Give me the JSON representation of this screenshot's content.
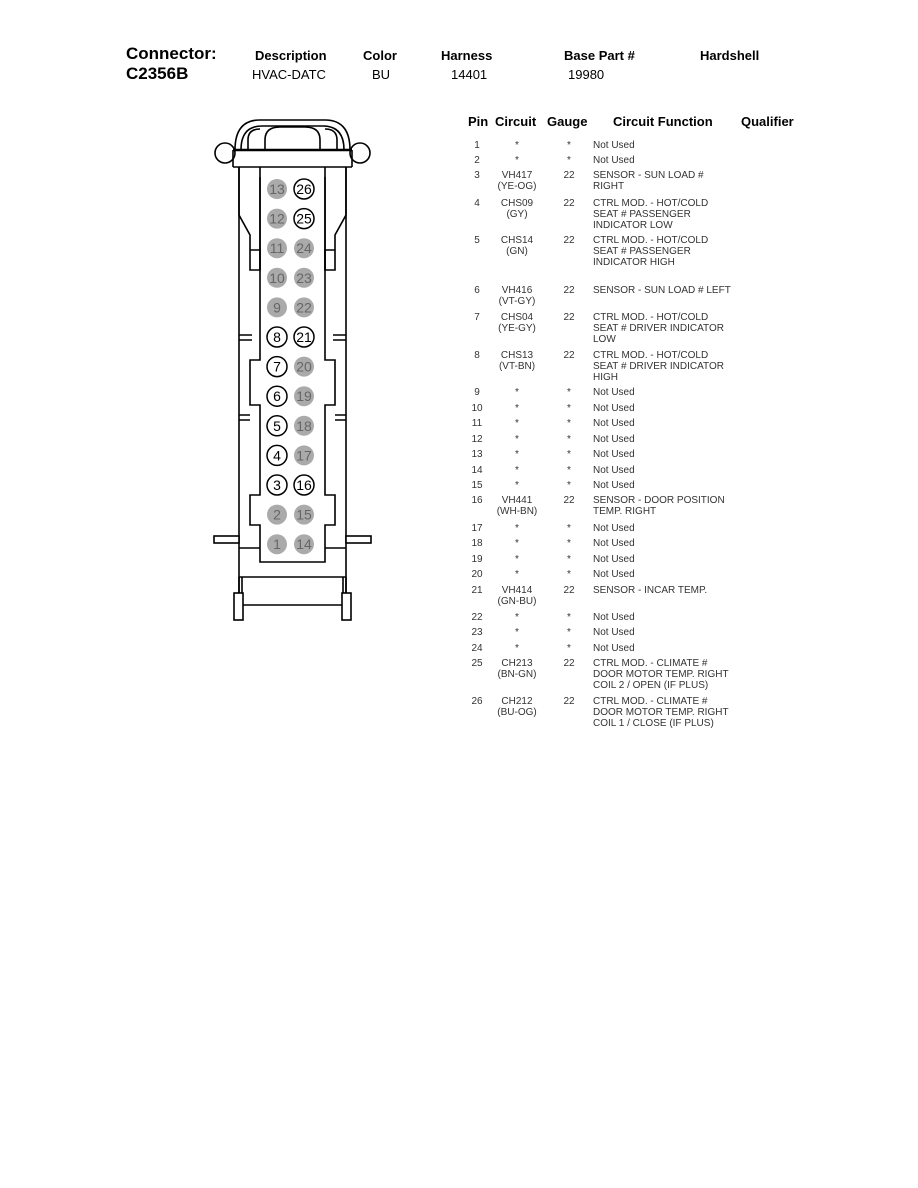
{
  "header": {
    "connector_label": "Connector:",
    "connector_id": "C2356B",
    "columns": {
      "description": "Description",
      "color": "Color",
      "harness": "Harness",
      "base_part": "Base Part #",
      "hardshell": "Hardshell"
    },
    "values": {
      "description": "HVAC-DATC",
      "color": "BU",
      "harness": "14401",
      "base_part": "19980",
      "hardshell": ""
    }
  },
  "table": {
    "headers": {
      "pin": "Pin",
      "circuit": "Circuit",
      "gauge": "Gauge",
      "function": "Circuit Function",
      "qualifier": "Qualifier"
    },
    "rows": [
      {
        "pin": "1",
        "circuit": [
          "*"
        ],
        "gauge": "*",
        "function": [
          "Not Used"
        ],
        "qualifier": ""
      },
      {
        "pin": "2",
        "circuit": [
          "*"
        ],
        "gauge": "*",
        "function": [
          "Not Used"
        ],
        "qualifier": ""
      },
      {
        "pin": "3",
        "circuit": [
          "VH417",
          "(YE-OG)"
        ],
        "gauge": "22",
        "function": [
          "SENSOR - SUN LOAD #",
          "RIGHT"
        ],
        "qualifier": ""
      },
      {
        "pin": "4",
        "circuit": [
          "CHS09",
          "(GY)"
        ],
        "gauge": "22",
        "function": [
          "CTRL MOD. - HOT/COLD",
          "SEAT # PASSENGER",
          "INDICATOR LOW"
        ],
        "qualifier": ""
      },
      {
        "pin": "5",
        "circuit": [
          "CHS14",
          "(GN)"
        ],
        "gauge": "22",
        "function": [
          "CTRL MOD. - HOT/COLD",
          "SEAT # PASSENGER",
          "INDICATOR HIGH"
        ],
        "qualifier": ""
      },
      {
        "pin": "6",
        "circuit": [
          "VH416",
          "(VT-GY)"
        ],
        "gauge": "22",
        "function": [
          "SENSOR - SUN LOAD # LEFT"
        ],
        "qualifier": ""
      },
      {
        "pin": "7",
        "circuit": [
          "CHS04",
          "(YE-GY)"
        ],
        "gauge": "22",
        "function": [
          "CTRL MOD. - HOT/COLD",
          "SEAT # DRIVER INDICATOR",
          "LOW"
        ],
        "qualifier": ""
      },
      {
        "pin": "8",
        "circuit": [
          "CHS13",
          "(VT-BN)"
        ],
        "gauge": "22",
        "function": [
          "CTRL MOD. - HOT/COLD",
          "SEAT # DRIVER INDICATOR",
          "HIGH"
        ],
        "qualifier": ""
      },
      {
        "pin": "9",
        "circuit": [
          "*"
        ],
        "gauge": "*",
        "function": [
          "Not Used"
        ],
        "qualifier": ""
      },
      {
        "pin": "10",
        "circuit": [
          "*"
        ],
        "gauge": "*",
        "function": [
          "Not Used"
        ],
        "qualifier": ""
      },
      {
        "pin": "11",
        "circuit": [
          "*"
        ],
        "gauge": "*",
        "function": [
          "Not Used"
        ],
        "qualifier": ""
      },
      {
        "pin": "12",
        "circuit": [
          "*"
        ],
        "gauge": "*",
        "function": [
          "Not Used"
        ],
        "qualifier": ""
      },
      {
        "pin": "13",
        "circuit": [
          "*"
        ],
        "gauge": "*",
        "function": [
          "Not Used"
        ],
        "qualifier": ""
      },
      {
        "pin": "14",
        "circuit": [
          "*"
        ],
        "gauge": "*",
        "function": [
          "Not Used"
        ],
        "qualifier": ""
      },
      {
        "pin": "15",
        "circuit": [
          "*"
        ],
        "gauge": "*",
        "function": [
          "Not Used"
        ],
        "qualifier": ""
      },
      {
        "pin": "16",
        "circuit": [
          "VH441",
          "(WH-BN)"
        ],
        "gauge": "22",
        "function": [
          "SENSOR - DOOR POSITION",
          "TEMP. RIGHT"
        ],
        "qualifier": ""
      },
      {
        "pin": "17",
        "circuit": [
          "*"
        ],
        "gauge": "*",
        "function": [
          "Not Used"
        ],
        "qualifier": ""
      },
      {
        "pin": "18",
        "circuit": [
          "*"
        ],
        "gauge": "*",
        "function": [
          "Not Used"
        ],
        "qualifier": ""
      },
      {
        "pin": "19",
        "circuit": [
          "*"
        ],
        "gauge": "*",
        "function": [
          "Not Used"
        ],
        "qualifier": ""
      },
      {
        "pin": "20",
        "circuit": [
          "*"
        ],
        "gauge": "*",
        "function": [
          "Not Used"
        ],
        "qualifier": ""
      },
      {
        "pin": "21",
        "circuit": [
          "VH414",
          "(GN-BU)"
        ],
        "gauge": "22",
        "function": [
          "SENSOR - INCAR TEMP."
        ],
        "qualifier": ""
      },
      {
        "pin": "22",
        "circuit": [
          "*"
        ],
        "gauge": "*",
        "function": [
          "Not Used"
        ],
        "qualifier": ""
      },
      {
        "pin": "23",
        "circuit": [
          "*"
        ],
        "gauge": "*",
        "function": [
          "Not Used"
        ],
        "qualifier": ""
      },
      {
        "pin": "24",
        "circuit": [
          "*"
        ],
        "gauge": "*",
        "function": [
          "Not Used"
        ],
        "qualifier": ""
      },
      {
        "pin": "25",
        "circuit": [
          "CH213",
          "(BN-GN)"
        ],
        "gauge": "22",
        "function": [
          "CTRL MOD. - CLIMATE #",
          "DOOR MOTOR TEMP. RIGHT",
          "COIL 2 / OPEN (IF PLUS)"
        ],
        "qualifier": ""
      },
      {
        "pin": "26",
        "circuit": [
          "CH212",
          "(BU-OG)"
        ],
        "gauge": "22",
        "function": [
          "CTRL MOD. - CLIMATE #",
          "DOOR MOTOR TEMP. RIGHT",
          "COIL 1 / CLOSE (IF PLUS)"
        ],
        "qualifier": ""
      }
    ]
  },
  "diagram": {
    "colors": {
      "unused_fill": "#aaaaaa",
      "unused_text": "#666666",
      "used_stroke": "#000000"
    },
    "left_column": [
      "13",
      "12",
      "11",
      "10",
      "9",
      "8",
      "7",
      "6",
      "5",
      "4",
      "3",
      "2",
      "1"
    ],
    "right_column": [
      "26",
      "25",
      "24",
      "23",
      "22",
      "21",
      "20",
      "19",
      "18",
      "17",
      "16",
      "15",
      "14"
    ],
    "used_pins": [
      "3",
      "4",
      "5",
      "6",
      "7",
      "8",
      "16",
      "21",
      "25",
      "26"
    ]
  }
}
